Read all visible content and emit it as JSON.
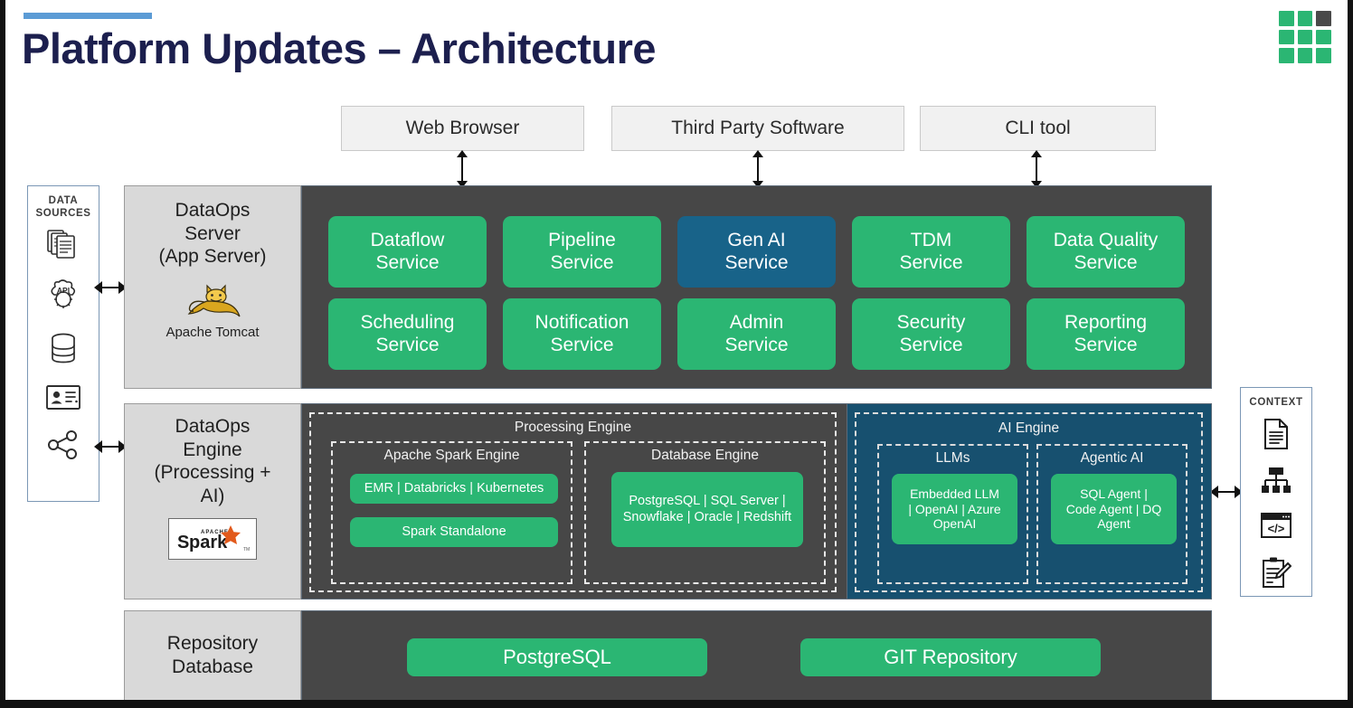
{
  "header": {
    "title": "Platform Updates – Architecture",
    "accent_color": "#5b9bd5",
    "title_color": "#1c1f4e",
    "logo_name": "company-grid-logo"
  },
  "palette": {
    "green": "#2bb673",
    "blue": "#186389",
    "ai_panel_blue": "#17506f",
    "dark_panel": "#474747",
    "grey_box": "#d9d9d9",
    "client_box": "#f1f1f1"
  },
  "clients": [
    {
      "label": "Web Browser"
    },
    {
      "label": "Third Party Software"
    },
    {
      "label": "CLI tool"
    }
  ],
  "data_sources": {
    "title": "DATA\nSOURCES",
    "title_line1": "DATA",
    "title_line2": "SOURCES",
    "icons": [
      "documents-icon",
      "api-gear-icon",
      "database-icon",
      "id-card-icon",
      "share-nodes-icon"
    ]
  },
  "context": {
    "title": "CONTEXT",
    "icons": [
      "document-icon",
      "sitemap-icon",
      "code-window-icon",
      "clipboard-pencil-icon"
    ]
  },
  "server_tier": {
    "label_line1": "DataOps",
    "label_line2": "Server",
    "label_line3": "(App Server)",
    "tech_logo": "apache-tomcat-logo",
    "tech_caption": "Apache Tomcat",
    "services": [
      {
        "label_line1": "Dataflow",
        "label_line2": "Service",
        "color": "green"
      },
      {
        "label_line1": "Pipeline",
        "label_line2": "Service",
        "color": "green"
      },
      {
        "label_line1": "Gen AI",
        "label_line2": "Service",
        "color": "blue"
      },
      {
        "label_line1": "TDM",
        "label_line2": "Service",
        "color": "green"
      },
      {
        "label_line1": "Data Quality",
        "label_line2": "Service",
        "color": "green"
      },
      {
        "label_line1": "Scheduling",
        "label_line2": "Service",
        "color": "green"
      },
      {
        "label_line1": "Notification",
        "label_line2": "Service",
        "color": "green"
      },
      {
        "label_line1": "Admin",
        "label_line2": "Service",
        "color": "green"
      },
      {
        "label_line1": "Security",
        "label_line2": "Service",
        "color": "green"
      },
      {
        "label_line1": "Reporting",
        "label_line2": "Service",
        "color": "green"
      }
    ]
  },
  "engine_tier": {
    "label_line1": "DataOps",
    "label_line2": "Engine",
    "label_line3": "(Processing +",
    "label_line4": "AI)",
    "tech_logo": "apache-spark-logo",
    "processing_engine": {
      "title": "Processing Engine",
      "spark": {
        "title": "Apache Spark Engine",
        "pills": [
          "EMR | Databricks | Kubernetes",
          "Spark Standalone"
        ]
      },
      "database": {
        "title": "Database Engine",
        "pills": [
          "PostgreSQL | SQL Server | Snowflake | Oracle | Redshift"
        ],
        "pill_line1": "PostgreSQL | SQL Server |",
        "pill_line2": "Snowflake | Oracle | Redshift"
      }
    },
    "ai_engine": {
      "title": "AI Engine",
      "llms": {
        "title": "LLMs",
        "pill_line1": "Embedded LLM",
        "pill_line2": "| OpenAI | Azure",
        "pill_line3": "OpenAI"
      },
      "agentic": {
        "title": "Agentic AI",
        "pill_line1": "SQL Agent |",
        "pill_line2": "Code Agent | DQ",
        "pill_line3": "Agent"
      }
    }
  },
  "repository_tier": {
    "label_line1": "Repository",
    "label_line2": "Database",
    "items": [
      {
        "label": "PostgreSQL"
      },
      {
        "label": "GIT Repository"
      }
    ]
  }
}
